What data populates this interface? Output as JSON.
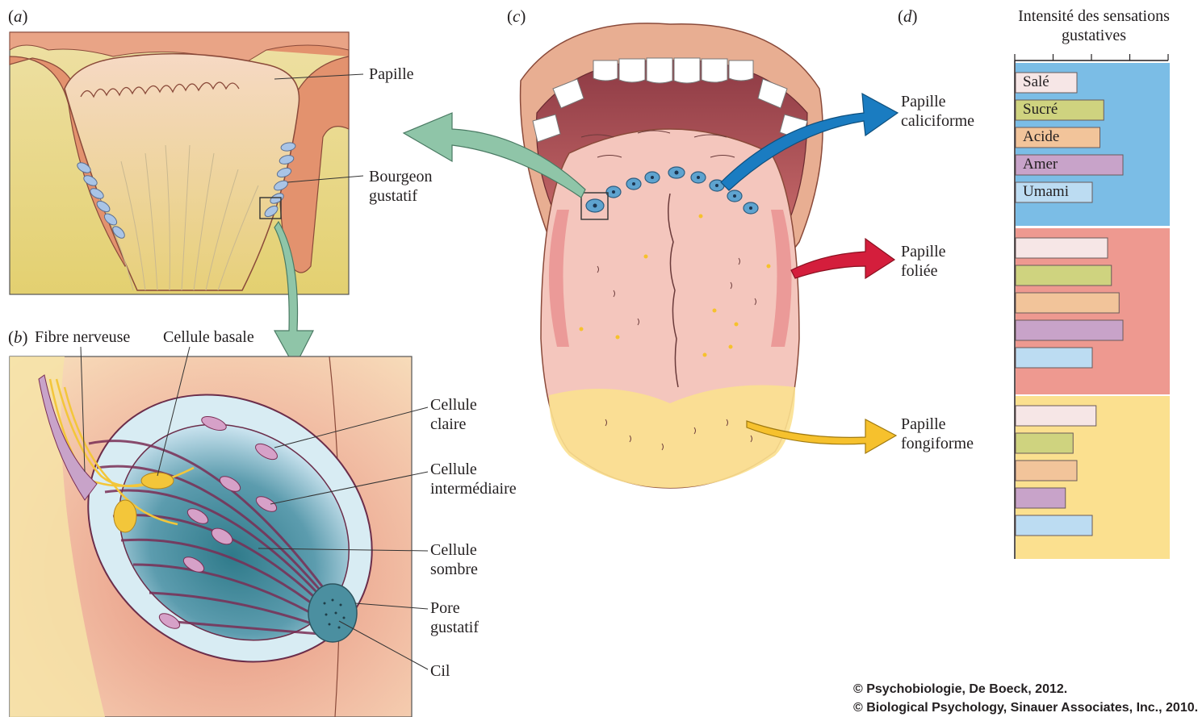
{
  "panels": {
    "a": {
      "letter": "a",
      "labels": {
        "papille": "Papille",
        "bourgeon": "Bourgeon\ngustatif"
      }
    },
    "b": {
      "letter": "b",
      "labels": {
        "fibre": "Fibre nerveuse",
        "basale": "Cellule basale",
        "claire": "Cellule\nclaire",
        "intermediaire": "Cellule\nintermédiaire",
        "sombre": "Cellule\nsombre",
        "pore": "Pore\ngustatif",
        "cil": "Cil"
      }
    },
    "c": {
      "letter": "c",
      "labels": {
        "caliciforme": "Papille\ncaliciforme",
        "foliee": "Papille\nfoliée",
        "fongiforme": "Papille\nfongiforme"
      }
    },
    "d": {
      "letter": "d",
      "title": "Intensité des sensations\ngustatives"
    }
  },
  "chart_data": {
    "type": "bar",
    "orientation": "horizontal",
    "title": "Intensité des sensations gustatives",
    "categories": [
      "Salé",
      "Sucré",
      "Acide",
      "Amer",
      "Umami"
    ],
    "xlim": [
      0,
      4
    ],
    "grid": false,
    "series": [
      {
        "name": "Papille caliciforme",
        "color": "#7bbde6",
        "values": [
          1.6,
          2.3,
          2.2,
          2.8,
          2.0
        ]
      },
      {
        "name": "Papille foliée",
        "color": "#ee9990",
        "values": [
          2.4,
          2.5,
          2.7,
          2.8,
          2.0
        ]
      },
      {
        "name": "Papille fongiforme",
        "color": "#fbe08f",
        "values": [
          2.1,
          1.5,
          1.6,
          1.3,
          2.0
        ]
      }
    ],
    "category_colors": [
      "#f6e6e6",
      "#cfd37f",
      "#f2c49a",
      "#c8a3c9",
      "#bcdcf2"
    ]
  },
  "copyright": {
    "line1": "© Psychobiologie, De Boeck, 2012.",
    "line2": "© Biological Psychology, Sinauer Associates, Inc., 2010."
  },
  "colors": {
    "cream": "#e8d97a",
    "pink": "#efb49c",
    "tongue": "#f4c6bd",
    "blue_arrow": "#1a7cc1",
    "red_arrow": "#d41e3c",
    "yellow_arrow": "#f6c12d",
    "green_arrow": "#8fc5a8"
  }
}
